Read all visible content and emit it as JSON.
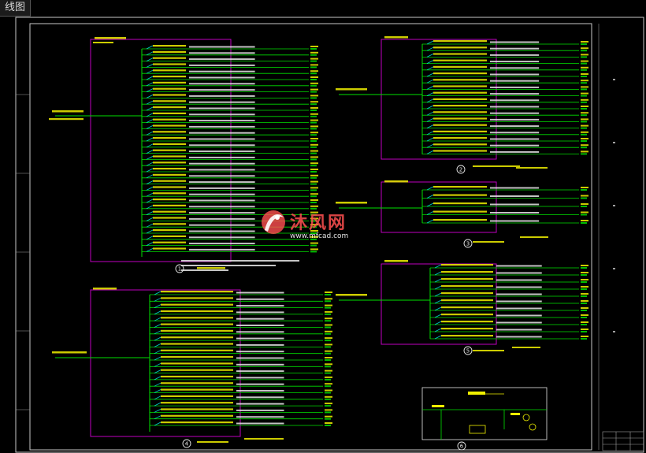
{
  "window": {
    "tab_title": "线图"
  },
  "watermark": {
    "brand": "沐风网",
    "url": "www.mfcad.com"
  },
  "panels": [
    {
      "id": 1,
      "badge": "1"
    },
    {
      "id": 2,
      "badge": "2"
    },
    {
      "id": 3,
      "badge": "3"
    },
    {
      "id": 4,
      "badge": "4"
    },
    {
      "id": 5,
      "badge": "5"
    },
    {
      "id": 6,
      "badge": "6"
    }
  ],
  "colors": {
    "frame": "#c8c8c8",
    "panel_box": "#c000c0",
    "circuit_line": "#00e000",
    "text_yellow": "#f0f000",
    "text_white": "#e8e8e8",
    "breaker_cyan": "#00d0d0",
    "watermark": "#ff5050"
  }
}
